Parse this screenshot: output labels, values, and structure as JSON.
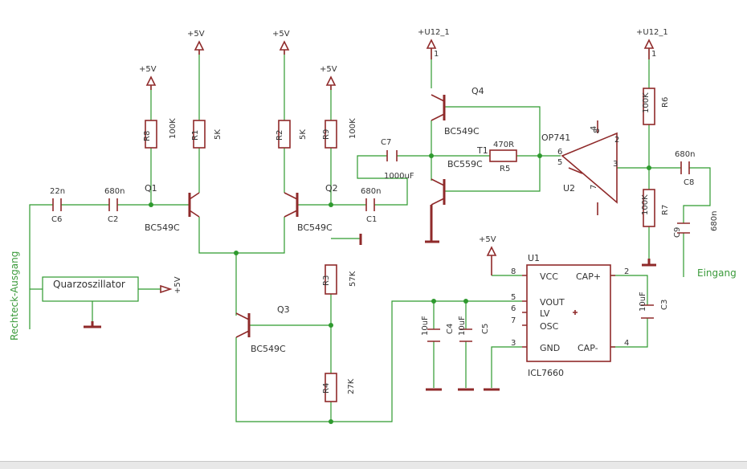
{
  "rails": {
    "v5": "+5V",
    "u12": "+U12_1",
    "pin1": "1"
  },
  "transistors": {
    "q1": "Q1",
    "q2": "Q2",
    "q3": "Q3",
    "q4": "Q4",
    "t1": "T1",
    "bc549c": "BC549C",
    "bc559c": "BC559C"
  },
  "resistors": {
    "r1": "R1",
    "r1v": "5K",
    "r2": "R2",
    "r2v": "5K",
    "r3": "R3",
    "r3v": "57K",
    "r4": "R4",
    "r4v": "27K",
    "r5": "R5",
    "r5v": "470R",
    "r6": "R6",
    "r6v": "100K",
    "r7": "R7",
    "r7v": "100K",
    "r8": "R8",
    "r8v": "100K",
    "r9": "R9",
    "r9v": "100K"
  },
  "capacitors": {
    "c1": "C1",
    "c1v": "680n",
    "c2": "C2",
    "c2v": "680n",
    "c3": "C3",
    "c3v": "10uF",
    "c4": "C4",
    "c4v": "10uF",
    "c5": "C5",
    "c5v": "10uF",
    "c6": "C6",
    "c6v": "22n",
    "c7": "C7",
    "c7v": "1000uF",
    "c8": "C8",
    "c8v": "680n",
    "c9": "C9",
    "c9v": "680n"
  },
  "opamp": {
    "name": "OP741",
    "ref": "U2",
    "pins": [
      "2",
      "3",
      "4",
      "5",
      "6",
      "7",
      "8"
    ]
  },
  "ic": {
    "ref": "U1",
    "name": "ICL7660",
    "pins_left": [
      "VCC",
      "VOUT",
      "LV",
      "OSC",
      "GND"
    ],
    "pins_right": [
      "CAP+",
      "CAP-"
    ],
    "pin_nums": [
      "8",
      "5",
      "6",
      "7",
      "3",
      "2",
      "4"
    ]
  },
  "oscillator": {
    "label": "Quarzoszillator",
    "supply": "+5V"
  },
  "signals": {
    "output": "Rechteck-Ausgang",
    "input": "Eingang"
  }
}
